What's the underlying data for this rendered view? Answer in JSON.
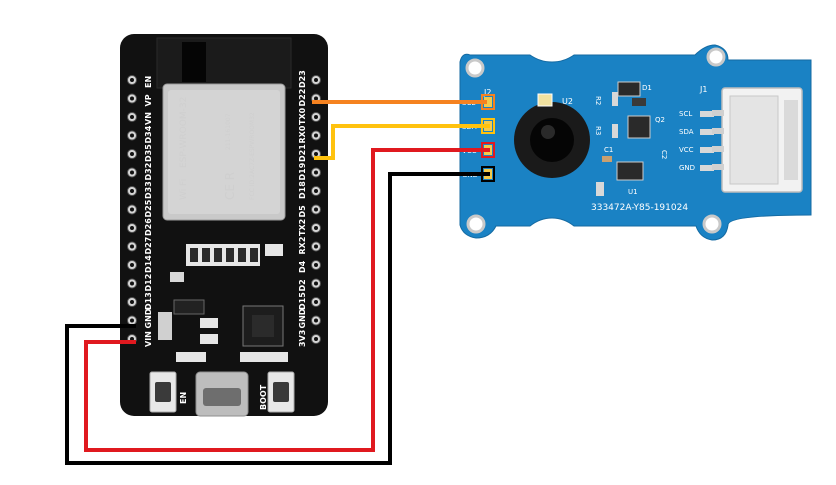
{
  "colors": {
    "wire_scl": "#f58220",
    "wire_sda": "#ffc20e",
    "wire_vcc": "#e0191f",
    "wire_gnd": "#000000",
    "esp_board": "#111111",
    "grove_board": "#1a82c4",
    "module_metal": "#c9c9c9"
  },
  "esp32": {
    "module_name": "ESP-WROOM-32",
    "wifi_logo": "Wi Fi",
    "cert_code": "211-161007",
    "fcc_id": "FCC ID:2AC7Z-ESPWROOM32",
    "ce_mark": "CE R",
    "left_pins": [
      "EN",
      "VP",
      "VN",
      "D34",
      "D35",
      "D32",
      "D33",
      "D25",
      "D26",
      "D27",
      "D14",
      "D12",
      "D13",
      "GND",
      "VIN"
    ],
    "right_pins": [
      "D23",
      "D22",
      "TX0",
      "RX0",
      "D21",
      "D19",
      "D18",
      "D5",
      "TX2",
      "RX2",
      "D4",
      "D2",
      "D15",
      "GND",
      "3V3"
    ],
    "button_en": "EN",
    "button_boot": "BOOT"
  },
  "grove": {
    "connector_left": "J2",
    "connector_right": "J1",
    "sensor_ref": "U2",
    "left_pins": [
      "SCL",
      "SDA",
      "VCC",
      "GND"
    ],
    "right_pins": [
      "SCL",
      "SDA",
      "VCC",
      "GND"
    ],
    "components": [
      "D1",
      "R2",
      "Q2",
      "R3",
      "C1",
      "C2",
      "U1"
    ],
    "part_number": "333472A-Y85-191024"
  }
}
